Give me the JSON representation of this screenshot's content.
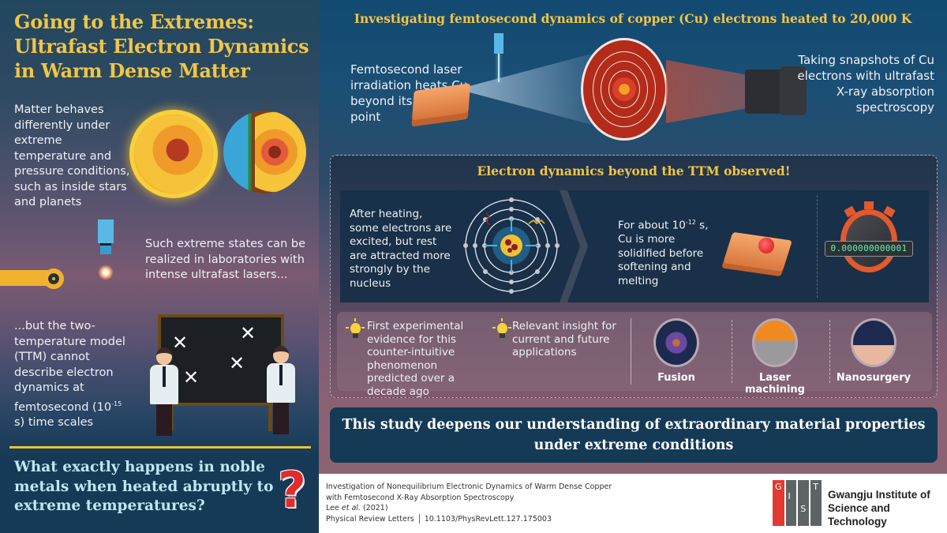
{
  "left_panel": {
    "title": "Going to the Extremes: Ultrafast Electron Dynamics in Warm Dense Matter",
    "intro_text": "Matter behaves differently under extreme temperature and pressure conditions, such as inside stars and planets",
    "lab_text": "Such extreme states can be realized in laboratories with intense ultrafast lasers...",
    "ttm_text_before": "...but the two-temperature model (TTM) cannot describe electron dynamics at femtosecond (10",
    "ttm_sup": "-15",
    "ttm_text_after": " s) time scales",
    "question": "What exactly happens in noble metals when heated abruptly to extreme temperatures?",
    "question_mark": "?",
    "icons": [
      "sun-cutaway-icon",
      "earth-cutaway-icon",
      "robotic-laser-arm-icon",
      "chalkboard-icon",
      "scientist-icon"
    ],
    "chalkboard_marks": [
      "✕",
      "✕",
      "✕",
      "✕",
      "✕"
    ]
  },
  "right_panel": {
    "title": "Investigating femtosecond dynamics of copper (Cu) electrons heated to 20,000 K",
    "laser_text": "Femtosecond laser irradiation heats Cu beyond its melting point",
    "snapshot_text": "Taking snapshots of Cu electrons with ultrafast X-ray absorption spectroscopy",
    "dynamics": {
      "title": "Electron dynamics beyond the TTM observed!",
      "excited_text": "After heating, some electrons are excited, but rest are attracted more strongly by the nucleus",
      "solid_text_before": "For about 10",
      "solid_sup": "-12",
      "solid_text_after": " s, Cu is more solidified before softening and melting",
      "timer_value": "0.000000000001"
    },
    "insights": [
      {
        "text": "First experimental evidence for this counter-intuitive phenomenon predicted over a decade ago"
      },
      {
        "text": "Relevant insight for current and future applications"
      }
    ],
    "applications": [
      {
        "label": "Fusion",
        "icon": "fusion-icon"
      },
      {
        "label": "Laser machining",
        "icon": "laser-machining-icon"
      },
      {
        "label": "Nanosurgery",
        "icon": "nanosurgery-icon"
      }
    ],
    "conclusion": "This study deepens our understanding of extraordinary material properties under extreme conditions"
  },
  "footer": {
    "paper_title_line1": "Investigation of Nonequilibrium Electronic Dynamics of Warm Dense Copper",
    "paper_title_line2": "with Femtosecond X-Ray Absorption Spectroscopy",
    "authors": "Lee",
    "et_al": "et al.",
    "year": "(2021)",
    "journal": "Physical Review Letters",
    "doi": "10.1103/PhysRevLett.127.175003",
    "institution_logo_letters": [
      "G",
      "I",
      "S",
      "T"
    ],
    "institution_line1": "Gwangju Institute of",
    "institution_line2": "Science and Technology"
  },
  "colors": {
    "accent_yellow": "#f2c545",
    "question_color": "#bfe6f2",
    "question_mark_red": "#e32b2b",
    "timer_green": "#6ff0a8",
    "gist_red": "#e23a32",
    "gist_gray": "#5e6466"
  }
}
